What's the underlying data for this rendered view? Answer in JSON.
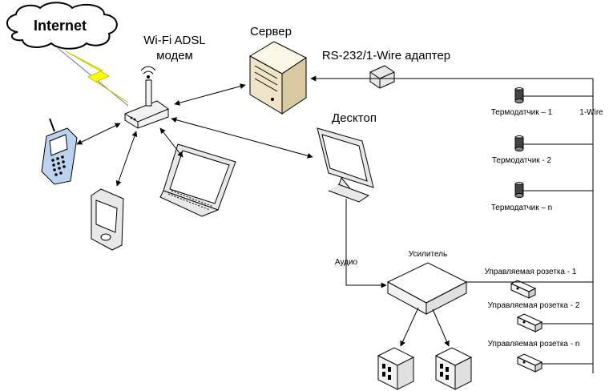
{
  "labels": {
    "internet": "Internet",
    "wifi_line1": "Wi-Fi ADSL",
    "wifi_line2": "модем",
    "server": "Сервер",
    "adapter": "RS-232/1-Wire адаптер",
    "desktop": "Десктоп",
    "sensor1": "Термодатчик – 1",
    "sensor2": "Термодатчик - 2",
    "sensorn": "Термодатчик – n",
    "onewire": "1-Wire",
    "audio": "Аудио",
    "amplifier": "Усилитель",
    "socket1": "Управляемая розетка - 1",
    "socket2": "Управляемая розетка - 2",
    "socketn": "Управляемая розетка - n"
  },
  "colors": {
    "lightning": "#ffff00",
    "device_fill": "#f2f2f2",
    "screen_fill": "#7aa6d6",
    "server_fill": "#efe4c8",
    "phone_fill": "#bcd3ef"
  }
}
